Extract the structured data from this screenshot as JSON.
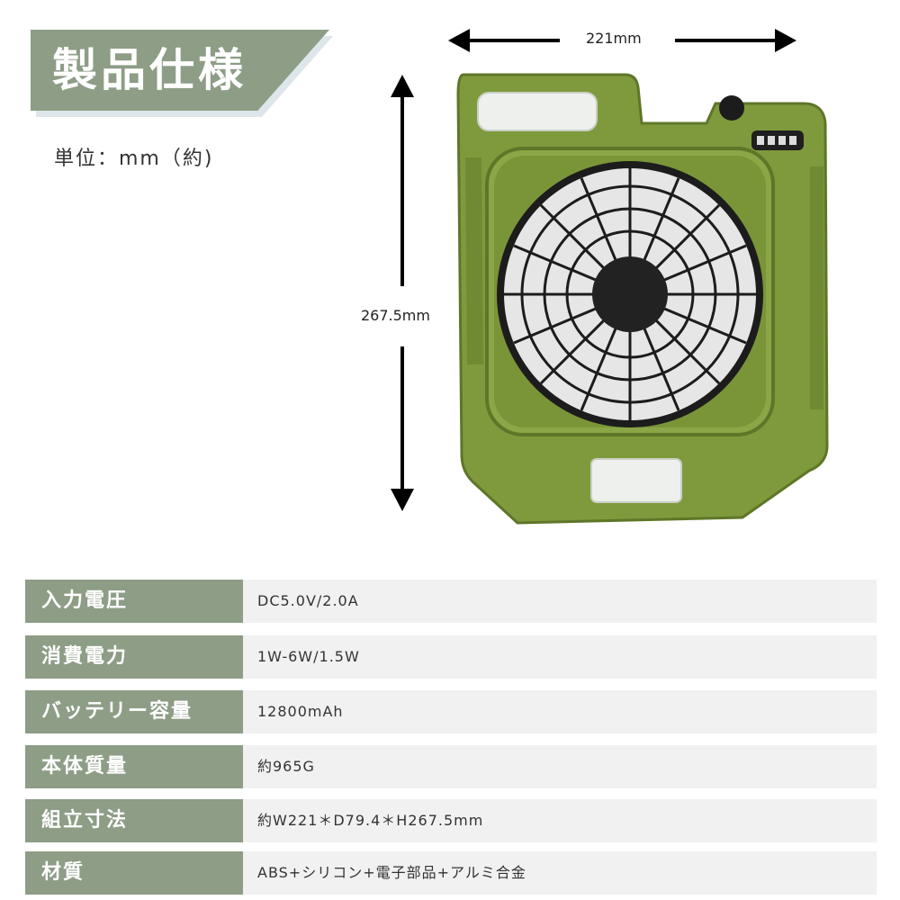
{
  "header": {
    "title": "製品仕様",
    "unit_note": "単位：mm（約)"
  },
  "dimensions": {
    "width_label": "221mm",
    "height_label": "267.5mm"
  },
  "specs": [
    {
      "label": "入力電圧",
      "value": "DC5.0V/2.0A"
    },
    {
      "label": "消費電力",
      "value": "1W-6W/1.5W"
    },
    {
      "label": "バッテリー容量",
      "value": "12800mAh"
    },
    {
      "label": "本体質量",
      "value": "約965G"
    },
    {
      "label": "組立寸法",
      "value": "約W221＊D79.4＊H267.5mm"
    },
    {
      "label": "材質",
      "value": "ABS+シリコン+電子部品+アルミ合金"
    }
  ],
  "colors": {
    "accent": "#8d9d86",
    "title_shadow": "#dde6ea",
    "row_bg": "#f1f1f1",
    "product_body": "#7f9a3c"
  }
}
